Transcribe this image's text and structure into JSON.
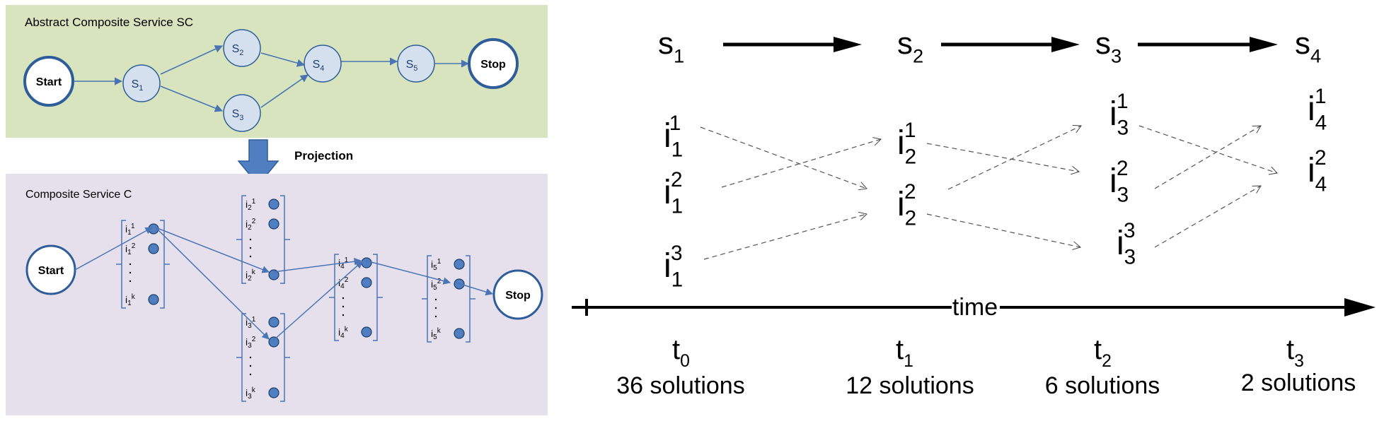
{
  "left": {
    "abstract_title": "Abstract  Composite Service SC",
    "projection_label": "Projection",
    "composite_title": "Composite Service C",
    "start_label": "Start",
    "stop_label": "Stop",
    "service_names": [
      "S1",
      "S2",
      "S3",
      "S4",
      "S5"
    ],
    "colors": {
      "top_panel": "#d7e4bd",
      "bottom_panel": "#e5e0ec",
      "node_stroke": "#2e5d9a",
      "node_fill": "#d5e0ef",
      "edge": "#4a74b4",
      "arrow_fill": "#4f7fc0",
      "dot_fill": "#4f7fc0"
    },
    "candidate_columns": [
      {
        "service": 1,
        "labels": [
          "i1 1",
          "i1 2",
          "i1 k"
        ]
      },
      {
        "service": 2,
        "labels": [
          "i2 1",
          "i2 2",
          "i2 k"
        ]
      },
      {
        "service": 3,
        "labels": [
          "i3 1",
          "i3 2",
          "i3 k"
        ]
      },
      {
        "service": 4,
        "labels": [
          "i4 1",
          "i4 2",
          "i4 k"
        ]
      },
      {
        "service": 5,
        "labels": [
          "i5 1",
          "i5 2",
          "i5 k"
        ]
      }
    ]
  },
  "right": {
    "services": [
      {
        "base": "s",
        "sub": "1"
      },
      {
        "base": "s",
        "sub": "2"
      },
      {
        "base": "s",
        "sub": "3"
      },
      {
        "base": "s",
        "sub": "4"
      }
    ],
    "instances": [
      {
        "base": "i",
        "sub": "1",
        "sup": "1"
      },
      {
        "base": "i",
        "sub": "1",
        "sup": "2"
      },
      {
        "base": "i",
        "sub": "1",
        "sup": "3"
      },
      {
        "base": "i",
        "sub": "2",
        "sup": "1"
      },
      {
        "base": "i",
        "sub": "2",
        "sup": "2"
      },
      {
        "base": "i",
        "sub": "3",
        "sup": "1"
      },
      {
        "base": "i",
        "sub": "3",
        "sup": "2"
      },
      {
        "base": "i",
        "sub": "3",
        "sup": "3"
      },
      {
        "base": "i",
        "sub": "4",
        "sup": "1"
      },
      {
        "base": "i",
        "sub": "4",
        "sup": "2"
      }
    ],
    "time_label": "time",
    "ticks": [
      {
        "base": "t",
        "sub": "0",
        "solutions": "36 solutions"
      },
      {
        "base": "t",
        "sub": "1",
        "solutions": "12 solutions"
      },
      {
        "base": "t",
        "sub": "2",
        "solutions": "6 solutions"
      },
      {
        "base": "t",
        "sub": "3",
        "solutions": "2 solutions"
      }
    ]
  }
}
